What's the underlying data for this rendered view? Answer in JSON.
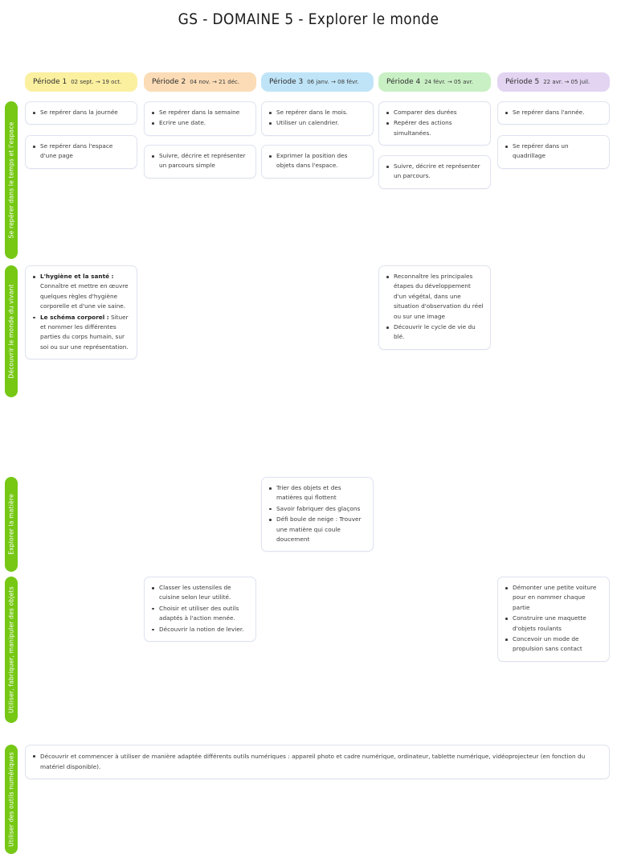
{
  "document": {
    "title": "GS - DOMAINE 5 - Explorer le monde"
  },
  "colors": {
    "rail": "#76c815",
    "period1": "#fbf0a0",
    "period2": "#fbdcb6",
    "period3": "#bfe4f7",
    "period4": "#c9f0c4",
    "period5": "#e3d4f2",
    "card_border": "#dfe3ef",
    "text": "#3c3c3c"
  },
  "columns": [
    {
      "name": "Période 1",
      "dates": "02 sept. → 19 oct.",
      "color_key": "period1"
    },
    {
      "name": "Période 2",
      "dates": "04 nov. → 21 déc.",
      "color_key": "period2"
    },
    {
      "name": "Période 3",
      "dates": "06 janv. → 08 févr.",
      "color_key": "period3"
    },
    {
      "name": "Période 4",
      "dates": "24 févr. → 05 avr.",
      "color_key": "period4"
    },
    {
      "name": "Période 5",
      "dates": "22 avr. → 05 juil.",
      "color_key": "period5"
    }
  ],
  "rows": [
    {
      "label": "Se repérer dans le temps et l'espace"
    },
    {
      "label": "Découvrir le monde du vivant"
    },
    {
      "label": "Explorer la matière"
    },
    {
      "label": "Utiliser, fabriquer, manipuler des objets"
    },
    {
      "label": "Utiliser des outils numériques"
    }
  ],
  "cells": {
    "r1p1a": [
      "Se repérer dans la journée"
    ],
    "r1p1b": [
      "Se repérer dans l'espace d'une page"
    ],
    "r1p2a": [
      "Se repérer dans la semaine",
      "Ecrire une date."
    ],
    "r1p2b": [
      "Suivre, décrire et représenter un parcours simple"
    ],
    "r1p3a": [
      "Se repérer dans le mois.",
      "Utiliser un calendrier."
    ],
    "r1p3b": [
      "Exprimer la position des objets dans l'espace."
    ],
    "r1p4a": [
      "Comparer des durées",
      "Repérer des actions simultanées."
    ],
    "r1p4b": [
      "Suivre, décrire et représenter un parcours."
    ],
    "r1p5a": [
      "Se repérer dans l'année."
    ],
    "r1p5b": [
      "Se repérer dans un quadrillage"
    ],
    "r2p1": [
      {
        "bold": "L'hygiène et la santé :",
        "text": " Connaître et mettre en œuvre quelques règles d'hygiène corporelle et d'une vie saine."
      },
      {
        "bold": "Le schéma corporel :",
        "text": " Situer et nommer les différentes parties du corps humain, sur soi ou sur une représentation."
      }
    ],
    "r2p4": [
      "Reconnaître les principales étapes du développement d'un végétal, dans une situation d'observation du réel ou sur une image",
      "Découvrir le cycle de vie du blé."
    ],
    "r3p3": [
      "Trier des objets et des matières qui flottent",
      "Savoir fabriquer des glaçons",
      "Défi boule de neige : Trouver une matière qui coule doucement"
    ],
    "r4p2": [
      "Classer les ustensiles de cuisine selon leur utilité.",
      "Choisir et utiliser des outils adaptés à l'action menée.",
      "Découvrir la notion de levier."
    ],
    "r4p5": [
      "Démonter une petite voiture pour en nommer chaque partie",
      "Construire une maquette d'objets roulants",
      "Concevoir un mode de propulsion sans contact"
    ],
    "r5all": [
      "Découvrir et commencer à utiliser de manière adaptée différents outils numériques : appareil photo et cadre numérique, ordinateur, tablette numérique, vidéoprojecteur (en fonction du matériel disponible)."
    ]
  }
}
